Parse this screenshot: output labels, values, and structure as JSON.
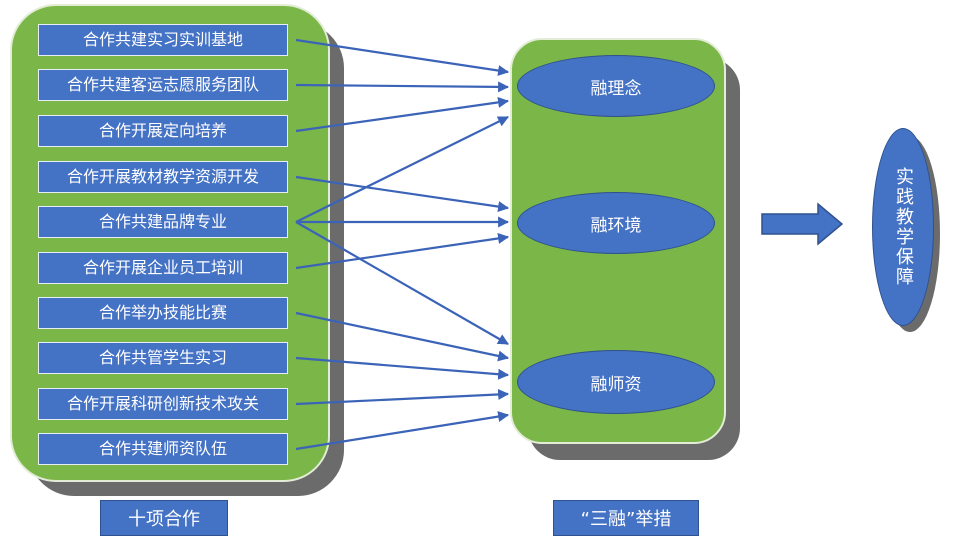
{
  "cooperations": [
    {
      "label": "合作共建实习实训基地"
    },
    {
      "label": "合作共建客运志愿服务团队"
    },
    {
      "label": "合作开展定向培养"
    },
    {
      "label": "合作开展教材教学资源开发"
    },
    {
      "label": "合作共建品牌专业"
    },
    {
      "label": "合作开展企业员工培训"
    },
    {
      "label": "合作举办技能比赛"
    },
    {
      "label": "合作共管学生实习"
    },
    {
      "label": "合作开展科研创新技术攻关"
    },
    {
      "label": "合作共建师资队伍"
    }
  ],
  "integrations": [
    {
      "label": "融理念"
    },
    {
      "label": "融环境"
    },
    {
      "label": "融师资"
    }
  ],
  "result": {
    "label": "实践教学保障"
  },
  "captions": {
    "left": "十项合作",
    "right": "“三融”举措"
  },
  "colors": {
    "panel_green": "#7ab648",
    "box_blue": "#4472c4",
    "arrow_blue": "#3b64b8",
    "shadow_gray": "#6b6b6b"
  },
  "links": [
    {
      "from": 0,
      "to": 0
    },
    {
      "from": 1,
      "to": 0
    },
    {
      "from": 2,
      "to": 0
    },
    {
      "from": 4,
      "to": 0
    },
    {
      "from": 3,
      "to": 1
    },
    {
      "from": 4,
      "to": 1
    },
    {
      "from": 5,
      "to": 1
    },
    {
      "from": 4,
      "to": 2
    },
    {
      "from": 6,
      "to": 2
    },
    {
      "from": 7,
      "to": 2
    },
    {
      "from": 8,
      "to": 2
    },
    {
      "from": 9,
      "to": 2
    }
  ]
}
